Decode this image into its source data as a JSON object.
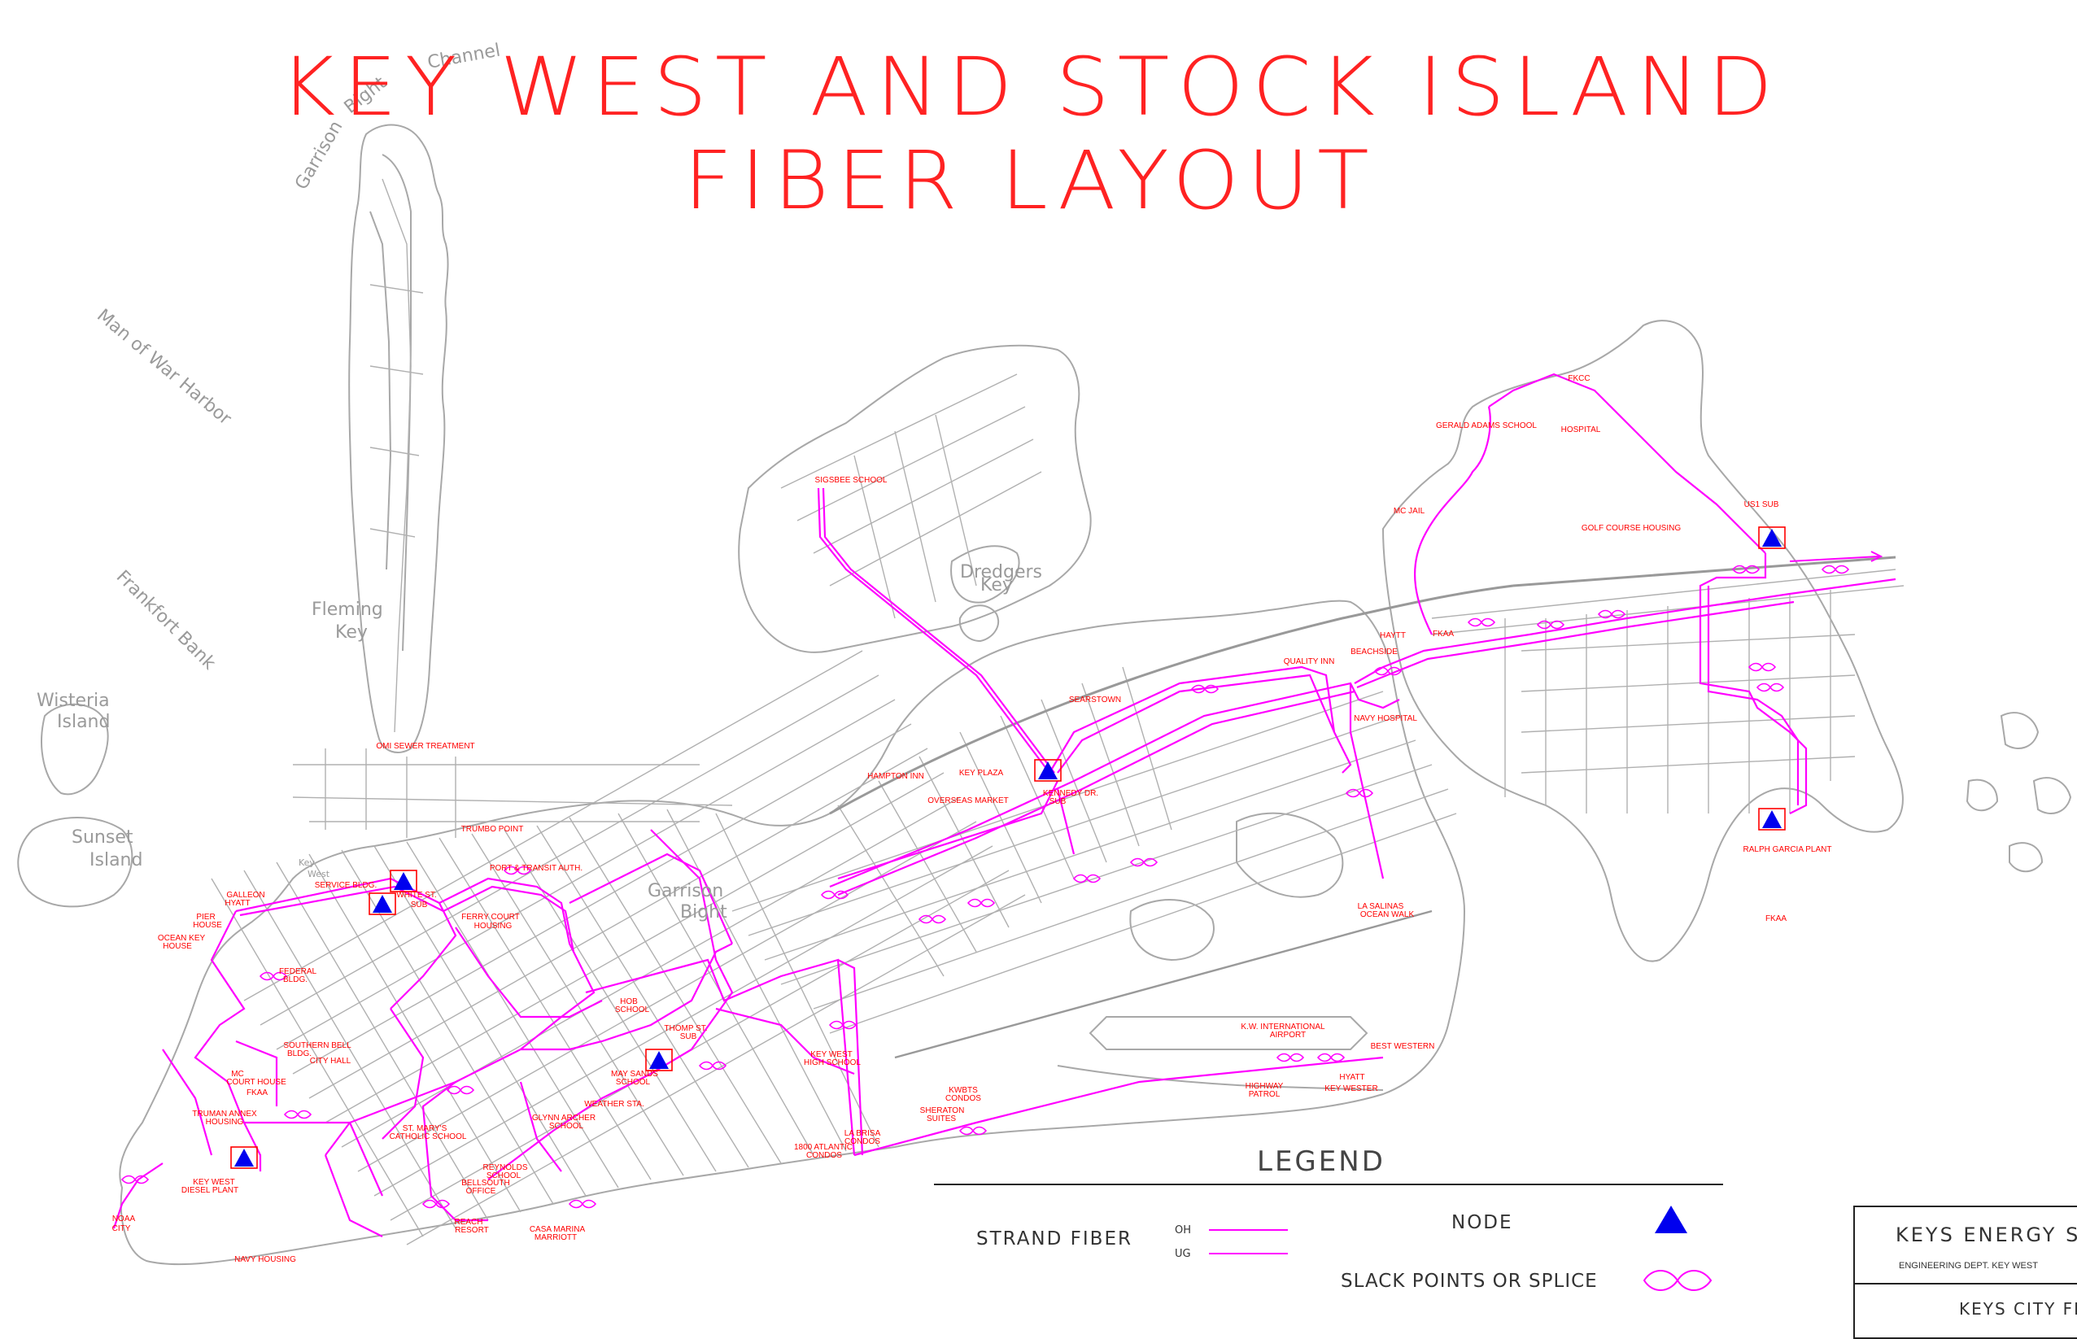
{
  "title": {
    "line1": "KEY WEST AND STOCK ISLAND",
    "line2": "FIBER LAYOUT"
  },
  "colors": {
    "fiber": "#ff00ff",
    "label": "#ff0000",
    "street": "#9a9a9a",
    "node": "#0000ff",
    "node_box": "#ff0000",
    "title": "#ff2222"
  },
  "geo_labels": [
    {
      "id": "channel",
      "text": "Channel"
    },
    {
      "id": "bight",
      "text": "Bight"
    },
    {
      "id": "garrison",
      "text": "Garrison"
    },
    {
      "id": "man-of-war-harbor",
      "text": "Man of War Harbor"
    },
    {
      "id": "frankfort-bank",
      "text": "Frankfort Bank"
    },
    {
      "id": "fleming",
      "text": "Fleming"
    },
    {
      "id": "key-fleming",
      "text": "Key"
    },
    {
      "id": "wisteria",
      "text": "Wisteria"
    },
    {
      "id": "island-wisteria",
      "text": "Island"
    },
    {
      "id": "sunset",
      "text": "Sunset"
    },
    {
      "id": "island-sunset",
      "text": "Island"
    },
    {
      "id": "dredgers",
      "text": "Dredgers"
    },
    {
      "id": "key-dredgers",
      "text": "Key"
    },
    {
      "id": "garrison-2",
      "text": "Garrison"
    },
    {
      "id": "bight-2",
      "text": "Bight"
    },
    {
      "id": "key-west-small",
      "text": "Key"
    },
    {
      "id": "west-small",
      "text": "West"
    }
  ],
  "places": [
    {
      "id": "fkcc",
      "text": "FKCC"
    },
    {
      "id": "gerald-adams",
      "text": "GERALD ADAMS SCHOOL"
    },
    {
      "id": "hospital",
      "text": "HOSPITAL"
    },
    {
      "id": "mc-jail",
      "text": "MC JAIL"
    },
    {
      "id": "us1-sub",
      "text": "US1 SUB"
    },
    {
      "id": "golf-course",
      "text": "GOLF COURSE HOUSING"
    },
    {
      "id": "sigsbee",
      "text": "SIGSBEE SCHOOL"
    },
    {
      "id": "hayt",
      "text": "HAYTT"
    },
    {
      "id": "fkaa-1",
      "text": "FKAA"
    },
    {
      "id": "beachside",
      "text": "BEACHSIDE"
    },
    {
      "id": "quality-inn",
      "text": "QUALITY INN"
    },
    {
      "id": "searstown",
      "text": "SEARSTOWN"
    },
    {
      "id": "navy-hospital",
      "text": "NAVY HOSPITAL"
    },
    {
      "id": "hampton",
      "text": "HAMPTON INN"
    },
    {
      "id": "key-plaza",
      "text": "KEY PLAZA"
    },
    {
      "id": "overseas-market",
      "text": "OVERSEAS MARKET"
    },
    {
      "id": "kennedy-1",
      "text": "KENNEDY DR."
    },
    {
      "id": "kennedy-2",
      "text": "SUB"
    },
    {
      "id": "ralph-garcia",
      "text": "RALPH GARCIA PLANT"
    },
    {
      "id": "fkaa-2",
      "text": "FKAA"
    },
    {
      "id": "oms",
      "text": "OMI SEWER TREATMENT"
    },
    {
      "id": "trumbo",
      "text": "TRUMBO POINT"
    },
    {
      "id": "port-transit",
      "text": "PORT & TRANSIT AUTH."
    },
    {
      "id": "service-bldg",
      "text": "SERVICE BLDG."
    },
    {
      "id": "white-st-1",
      "text": "WHITE ST."
    },
    {
      "id": "white-st-2",
      "text": "SUB"
    },
    {
      "id": "ferry-court-1",
      "text": "FERRY COURT"
    },
    {
      "id": "ferry-court-2",
      "text": "HOUSING"
    },
    {
      "id": "galleon-1",
      "text": "GALLEON"
    },
    {
      "id": "galleon-2",
      "text": "HYATT"
    },
    {
      "id": "pier-1",
      "text": "PIER"
    },
    {
      "id": "pier-2",
      "text": "HOUSE"
    },
    {
      "id": "ocean-key-1",
      "text": "OCEAN KEY"
    },
    {
      "id": "ocean-key-2",
      "text": "HOUSE"
    },
    {
      "id": "federal-1",
      "text": "FEDERAL"
    },
    {
      "id": "federal-2",
      "text": "BLDG."
    },
    {
      "id": "la-salinas-1",
      "text": "LA SALINAS"
    },
    {
      "id": "la-salinas-2",
      "text": "OCEAN WALK"
    },
    {
      "id": "hob-1",
      "text": "HOB"
    },
    {
      "id": "hob-2",
      "text": "SCHOOL"
    },
    {
      "id": "thomp-1",
      "text": "THOMP ST."
    },
    {
      "id": "thomp-2",
      "text": "SUB"
    },
    {
      "id": "southern-bell-1",
      "text": "SOUTHERN BELL"
    },
    {
      "id": "southern-bell-2",
      "text": "BLDG."
    },
    {
      "id": "city-hall",
      "text": "CITY HALL"
    },
    {
      "id": "may-sands-1",
      "text": "MAY SANDS"
    },
    {
      "id": "may-sands-2",
      "text": "SCHOOL"
    },
    {
      "id": "kw-high-1",
      "text": "KEY WEST"
    },
    {
      "id": "kw-high-2",
      "text": "HIGH SCHOOL"
    },
    {
      "id": "kw-intl-1",
      "text": "K.W. INTERNATIONAL"
    },
    {
      "id": "kw-intl-2",
      "text": "AIRPORT"
    },
    {
      "id": "best-western",
      "text": "BEST WESTERN"
    },
    {
      "id": "mc-court-1",
      "text": "MC"
    },
    {
      "id": "mc-court-2",
      "text": "COURT HOUSE"
    },
    {
      "id": "fkaa-3",
      "text": "FKAA"
    },
    {
      "id": "weather",
      "text": "WEATHER STA."
    },
    {
      "id": "glynn-1",
      "text": "GLYNN ARCHER"
    },
    {
      "id": "glynn-2",
      "text": "SCHOOL"
    },
    {
      "id": "kwbts-1",
      "text": "KWBTS"
    },
    {
      "id": "kwbts-2",
      "text": "CONDOS"
    },
    {
      "id": "highway-1",
      "text": "HIGHWAY"
    },
    {
      "id": "highway-2",
      "text": "PATROL"
    },
    {
      "id": "hyatt-kw-1",
      "text": "HYATT"
    },
    {
      "id": "hyatt-kw-2",
      "text": "KEY WESTER"
    },
    {
      "id": "truman-1",
      "text": "TRUMAN ANNEX"
    },
    {
      "id": "truman-2",
      "text": "HOUSING"
    },
    {
      "id": "st-marys-1",
      "text": "ST. MARY'S"
    },
    {
      "id": "st-marys-2",
      "text": "CATHOLIC SCHOOL"
    },
    {
      "id": "sheraton-1",
      "text": "SHERATON"
    },
    {
      "id": "sheraton-2",
      "text": "SUITES"
    },
    {
      "id": "la-brisa-1",
      "text": "LA BRISA"
    },
    {
      "id": "la-brisa-2",
      "text": "CONDOS"
    },
    {
      "id": "atlantic-1",
      "text": "1800 ATLANTIC"
    },
    {
      "id": "atlantic-2",
      "text": "CONDOS"
    },
    {
      "id": "diesel-1",
      "text": "KEY WEST"
    },
    {
      "id": "diesel-2",
      "text": "DIESEL PLANT"
    },
    {
      "id": "reynolds-1",
      "text": "REYNOLDS"
    },
    {
      "id": "reynolds-2",
      "text": "SCHOOL"
    },
    {
      "id": "bellsouth-1",
      "text": "BELLSOUTH"
    },
    {
      "id": "bellsouth-2",
      "text": "OFFICE"
    },
    {
      "id": "noaa-1",
      "text": "NOAA"
    },
    {
      "id": "noaa-2",
      "text": "CITY"
    },
    {
      "id": "reach-1",
      "text": "REACH"
    },
    {
      "id": "reach-2",
      "text": "RESORT"
    },
    {
      "id": "casa-1",
      "text": "CASA MARINA"
    },
    {
      "id": "casa-2",
      "text": "MARRIOTT"
    },
    {
      "id": "navy-housing",
      "text": "NAVY HOUSING"
    }
  ],
  "legend": {
    "title": "LEGEND",
    "strand_fiber": "STRAND FIBER",
    "oh": "OH",
    "ug": "UG",
    "node": "NODE",
    "slack": "SLACK POINTS OR SPLICE"
  },
  "title_block": {
    "company": "KEYS ENERGY SE",
    "dept": "ENGINEERING DEPT. KEY WEST",
    "drawing": "KEYS CITY FIBER"
  }
}
